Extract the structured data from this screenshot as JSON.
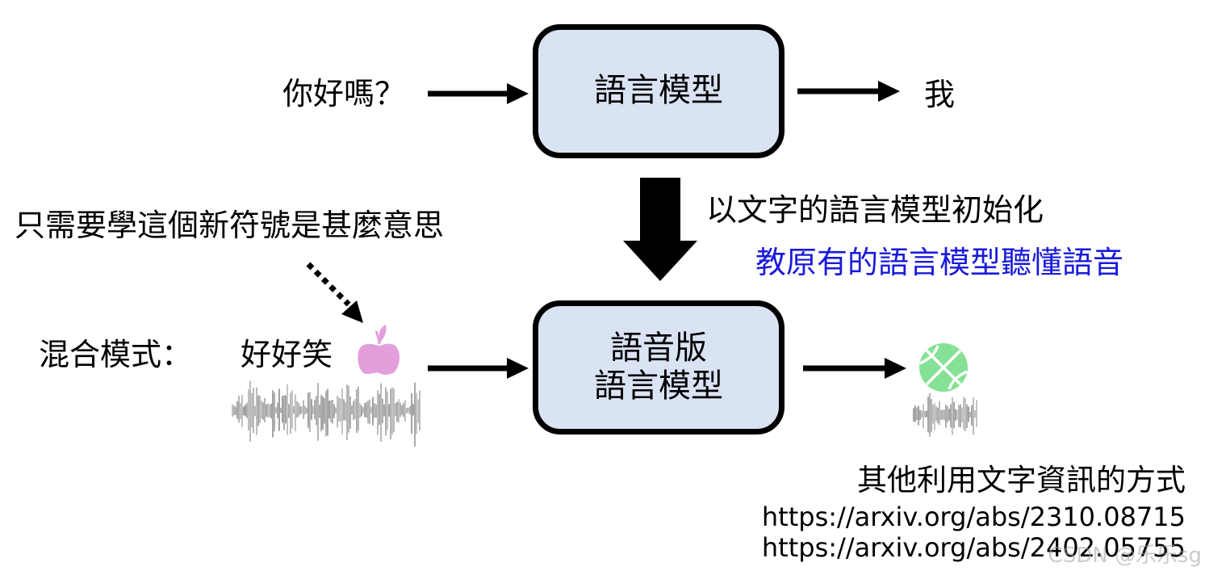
{
  "top_row": {
    "input_text": "你好嗎？",
    "model_label": "語言模型",
    "output_text": "我"
  },
  "init_note": {
    "line1": "以文字的語言模型初始化",
    "line2": "教原有的語言模型聽懂語音",
    "line2_color": "#1a1adb"
  },
  "bottom_row": {
    "hint_text": "只需要學這個新符號是甚麼意思",
    "mode_label": "混合模式：",
    "mixed_text": "好好笑",
    "input_symbol_icon": "apple-icon",
    "input_symbol_color": "#e39fdc",
    "model_line1": "語音版",
    "model_line2": "語言模型",
    "output_symbol_icon": "basketball-icon",
    "output_symbol_color": "#84e196"
  },
  "references": {
    "title": "其他利用文字資訊的方式",
    "links": [
      "https://arxiv.org/abs/2310.08715",
      "https://arxiv.org/abs/2402.05755"
    ]
  },
  "box_fill": "#dae3f3",
  "watermark": "CSDN @乐乐sg"
}
